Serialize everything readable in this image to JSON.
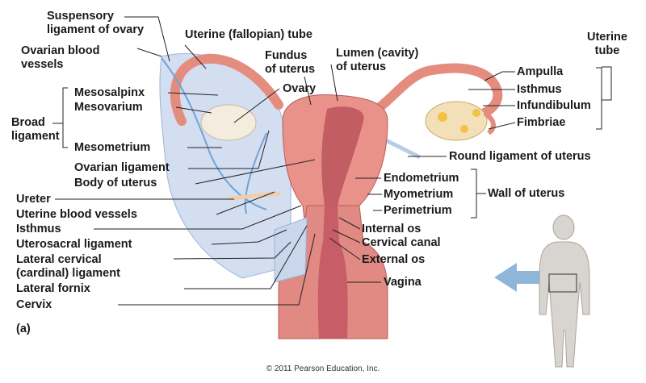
{
  "figure": {
    "panel_label": "(a)",
    "copyright": "© 2011 Pearson Education, Inc."
  },
  "labels": {
    "suspensory_ligament": "Suspensory ligament of ovary",
    "suspensory_line1": "Suspensory",
    "suspensory_line2": "ligament of ovary",
    "ovarian_vessels_line1": "Ovarian blood",
    "ovarian_vessels_line2": "vessels",
    "uterine_fallopian_tube": "Uterine (fallopian) tube",
    "fundus_line1": "Fundus",
    "fundus_line2": "of uterus",
    "lumen_line1": "Lumen (cavity)",
    "lumen_line2": "of uterus",
    "uterine_tube_line1": "Uterine",
    "uterine_tube_line2": "tube",
    "ampulla": "Ampulla",
    "isthmus_tube": "Isthmus",
    "infundibulum": "Infundibulum",
    "fimbriae": "Fimbriae",
    "mesosalpinx": "Mesosalpinx",
    "mesovarium": "Mesovarium",
    "ovary": "Ovary",
    "broad_line1": "Broad",
    "broad_line2": "ligament",
    "mesometrium": "Mesometrium",
    "round_ligament": "Round ligament of uterus",
    "ovarian_ligament": "Ovarian ligament",
    "body_of_uterus": "Body of uterus",
    "ureter": "Ureter",
    "uterine_blood_vessels": "Uterine blood vessels",
    "isthmus_uterus": "Isthmus",
    "uterosacral": "Uterosacral ligament",
    "lateral_cervical_line1": "Lateral cervical",
    "lateral_cervical_line2": "(cardinal) ligament",
    "lateral_fornix": "Lateral fornix",
    "cervix": "Cervix",
    "endometrium": "Endometrium",
    "myometrium": "Myometrium",
    "perimetrium": "Perimetrium",
    "wall_of_uterus": "Wall of uterus",
    "internal_os": "Internal os",
    "cervical_canal": "Cervical canal",
    "external_os": "External os",
    "vagina": "Vagina"
  },
  "colors": {
    "uterus_wall": "#e8928a",
    "uterus_inner": "#c25d63",
    "broad_ligament": "#c9d7ec",
    "vessel_blue": "#6fa3d8",
    "ovary": "#f6ecd9",
    "arrow": "#8fb5d8",
    "figure_skin": "#d8d4d0"
  }
}
